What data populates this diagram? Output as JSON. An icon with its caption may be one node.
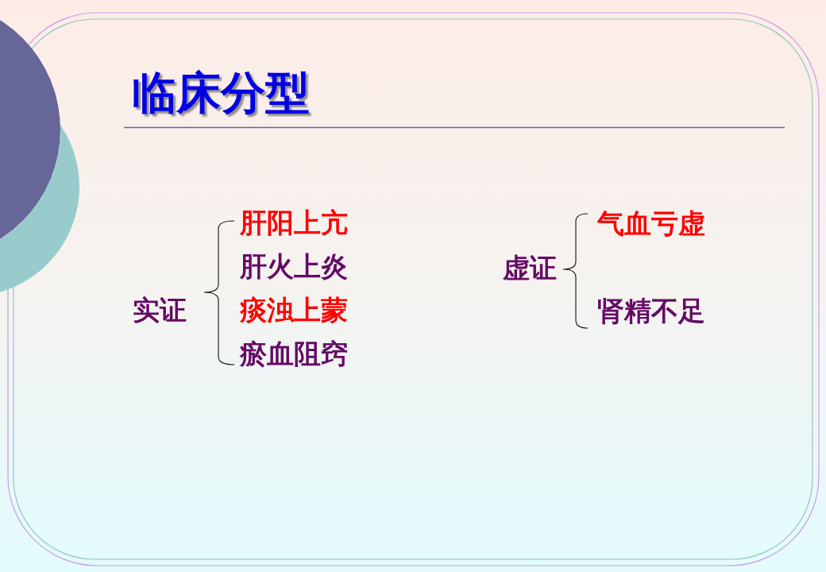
{
  "diagram": {
    "title": "临床分型",
    "labels": [
      "实证",
      "肝阳上亢",
      "肝火上炎",
      "痰浊上蒙",
      "瘀血阻窍",
      "虚证",
      "气血亏虚",
      "肾精不足"
    ]
  }
}
